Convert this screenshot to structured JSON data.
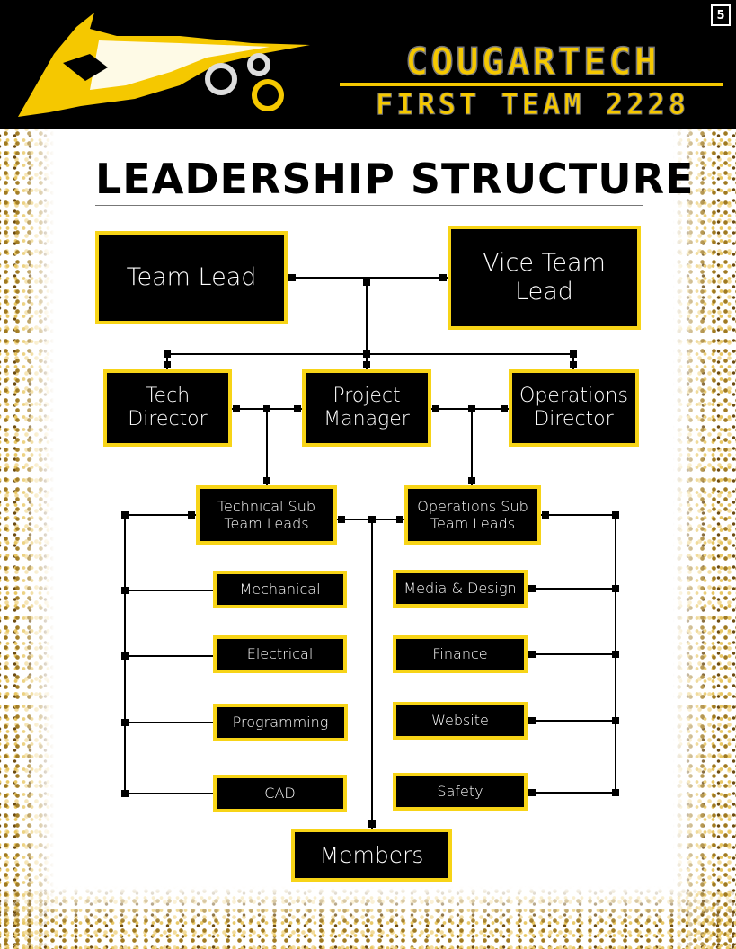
{
  "header": {
    "page_number": "5",
    "brand_name": "COUGARTECH",
    "brand_subtitle": "FIRST TEAM 2228"
  },
  "page_title": "LEADERSHIP STRUCTURE",
  "colors": {
    "accent": "#f7d417",
    "box": "#000000",
    "text": "#ffffff"
  },
  "org": {
    "team_lead": "Team Lead",
    "vice_team_lead": "Vice Team Lead",
    "tech_director": "Tech Director",
    "project_manager": "Project Manager",
    "operations_director": "Operations Director",
    "technical_sub_team_leads": "Technical Sub Team Leads",
    "operations_sub_team_leads": "Operations Sub Team Leads",
    "technical_teams": [
      "Mechanical",
      "Electrical",
      "Programming",
      "CAD"
    ],
    "operations_teams": [
      "Media & Design",
      "Finance",
      "Website",
      "Safety"
    ],
    "members": "Members"
  }
}
